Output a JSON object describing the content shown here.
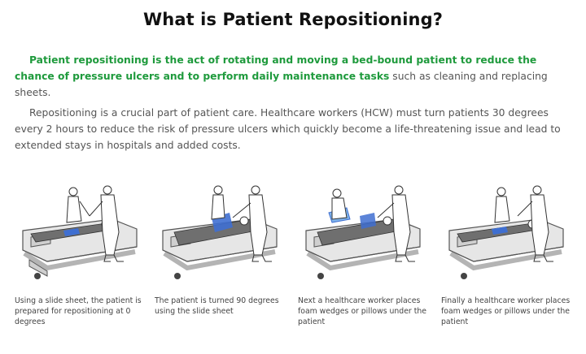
{
  "title": "What is Patient Repositioning?",
  "intro": {
    "highlight": "Patient repositioning is the act of rotating and moving a bed-bound patient to reduce the chance of pressure ulcers and to perform daily maintenance tasks",
    "rest": " such as cleaning and replacing sheets."
  },
  "paragraph2": "Repositioning is a crucial part of patient care. Healthcare workers (HCW) must turn patients 30 degrees every 2 hours to reduce the risk of pressure ulcers which quickly become a life-threatening issue and lead to extended stays in hospitals and added costs.",
  "steps": [
    {
      "caption": "Using a slide sheet, the patient is prepared for repositioning at 0 degrees",
      "icon": "bed-patient-slide-sheet-illustration"
    },
    {
      "caption": "The patient is turned 90 degrees using the slide sheet",
      "icon": "bed-patient-turn-illustration"
    },
    {
      "caption": "Next a healthcare worker places foam wedges or pillows under the patient",
      "icon": "bed-patient-wedge-illustration"
    },
    {
      "caption": "Finally a healthcare worker places foam wedges or pillows under the patient",
      "icon": "bed-patient-final-illustration"
    }
  ],
  "colors": {
    "highlight": "#1e9a3c",
    "accent_blue": "#3f6fd1",
    "accent_light_blue": "#7fb3ea",
    "bed_gray": "#bdbdbd",
    "patient_gray": "#6f6f6f"
  }
}
